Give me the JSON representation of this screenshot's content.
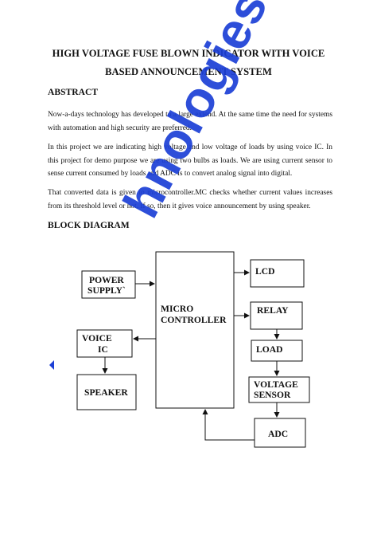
{
  "title_line1": "HIGH VOLTAGE FUSE BLOWN INDICATOR WITH VOICE",
  "title_line2": "BASED ANNOUNCEMENT SYSTEM",
  "abstract_heading": "ABSTRACT",
  "paragraphs": [
    "Now-a-days technology has developed to a large extend. At the same time the need for systems with automation and high security are preferred.",
    "In this project we are indicating high voltage and low voltage of loads by using voice IC. In this project for demo purpose we are using two bulbs as loads. We are using current sensor to sense current consumed by loads and ADC is to convert analog signal into digital.",
    "That converted data is given to microcontroller.MC checks whether current values increases from its threshold level or not. If so, then it gives voice announcement by using speaker."
  ],
  "block_heading": "BLOCK DIAGRAM",
  "watermark": "hnologies",
  "diagram": {
    "power_supply_1": "POWER",
    "power_supply_2": "SUPPLY`",
    "micro_1": "MICRO",
    "micro_2": "CONTROLLER",
    "voice_1": "VOICE",
    "voice_2": "IC",
    "speaker": "SPEAKER",
    "lcd": "LCD",
    "relay": "RELAY",
    "load": "LOAD",
    "voltage_1": "VOLTAGE",
    "voltage_2": "SENSOR",
    "adc": "ADC"
  },
  "colors": {
    "watermark": "#1c3fd6",
    "text": "#111111"
  }
}
